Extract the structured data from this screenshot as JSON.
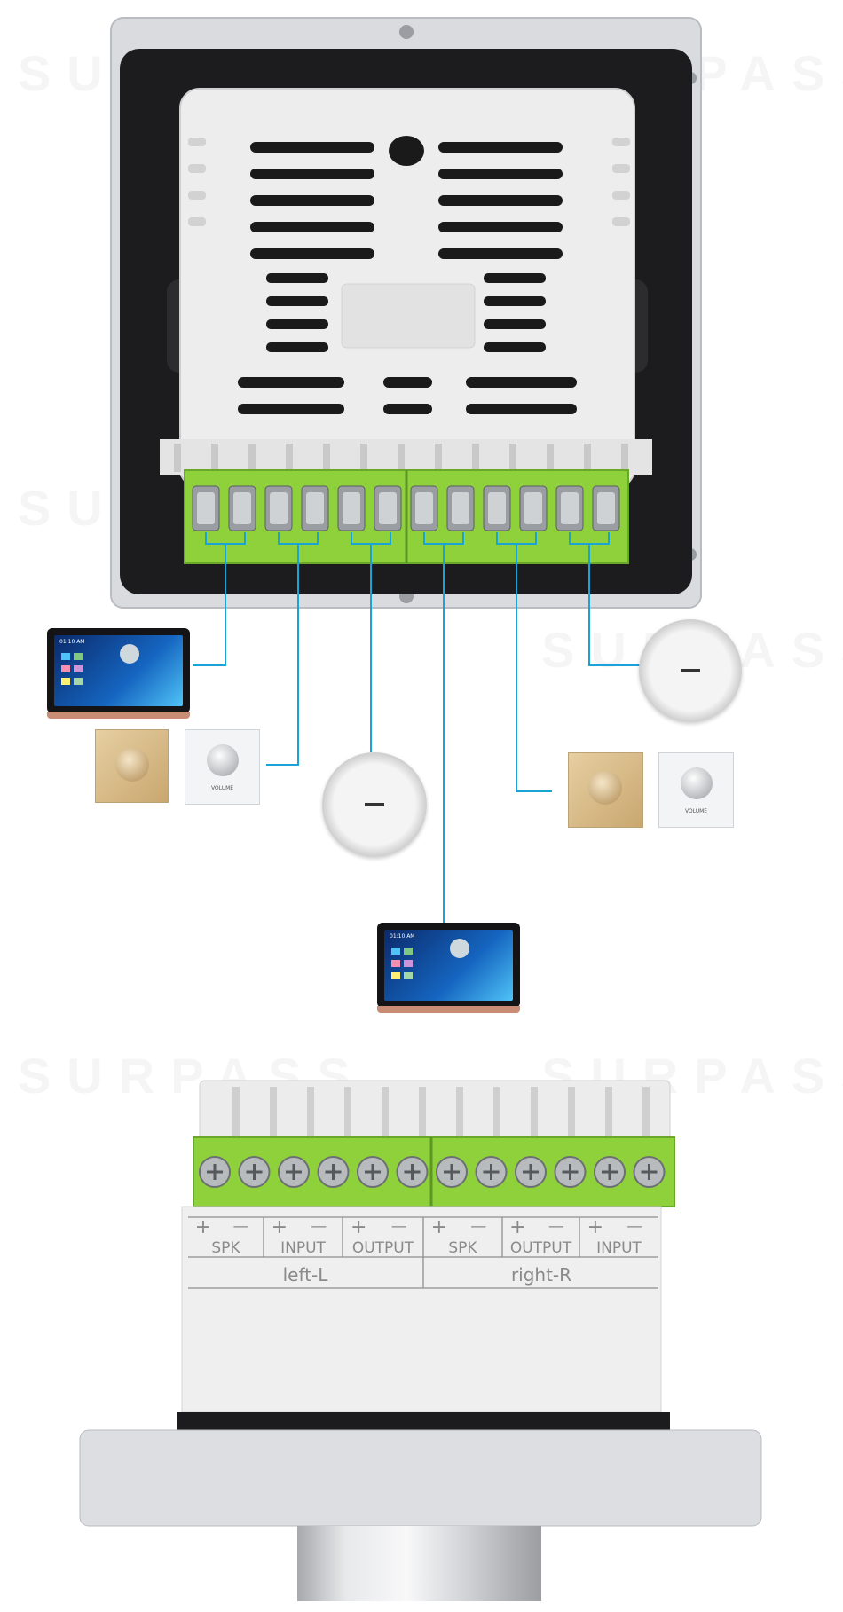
{
  "watermark": "SURPASS",
  "terminal_labels": {
    "polarity_plus": "+",
    "polarity_minus": "—",
    "groups": [
      "SPK",
      "INPUT",
      "OUTPUT",
      "SPK",
      "OUTPUT",
      "INPUT"
    ],
    "channels": [
      "left-L",
      "right-R"
    ]
  },
  "devices": {
    "panel_time": "01:10 AM",
    "volume_label": "VOLUME"
  },
  "colors": {
    "terminal_green": "#8fd13a",
    "wire_blue": "#1aa3d6",
    "housing_white": "#ececec",
    "frame_silver": "#d7d9dc",
    "panel_black": "#1d1d1f",
    "gold_knob_plate": "#d8bb8a"
  }
}
